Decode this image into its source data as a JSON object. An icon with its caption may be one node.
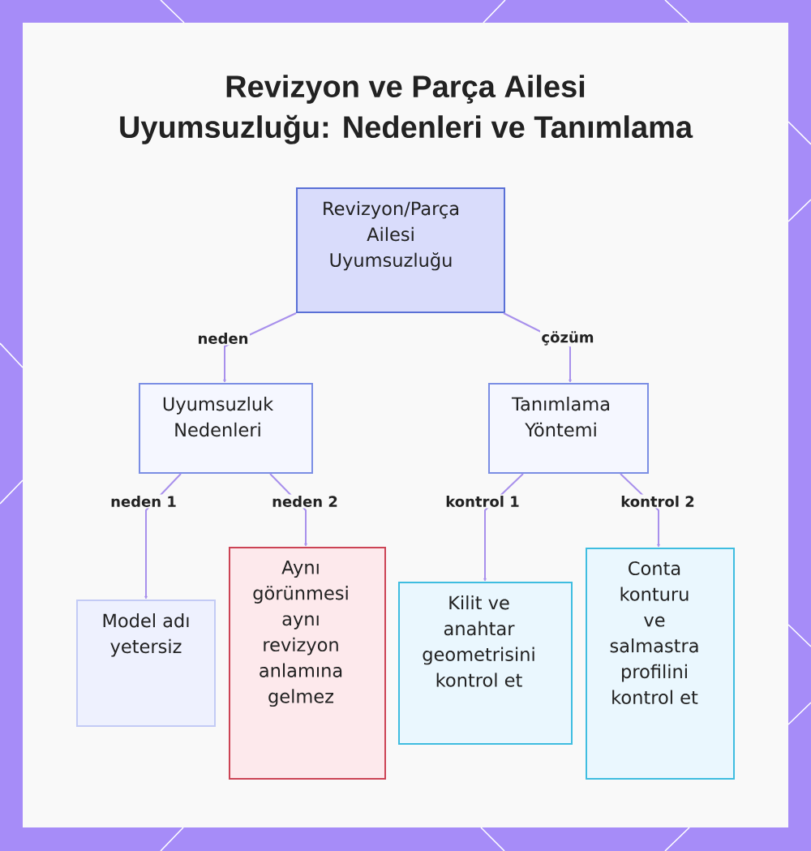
{
  "diagram": {
    "title": "Revizyon ve Parça Ailesi Uyumsuzluğu: Nedenleri ve Tanımlama",
    "nodes": [
      {
        "text": [
          "Revizyon/Parça Ailesi Uyumsuzluğu"
        ]
      },
      {
        "text": [
          "Uyumsuzluk Nedenleri"
        ]
      },
      {
        "text": [
          "Tanımlama Yöntemi"
        ]
      },
      {
        "text": [
          "Model adı yetersiz"
        ]
      },
      {
        "text": [
          "Aynı görünmesi aynı revizyon anlamına gelmez"
        ]
      },
      {
        "text": [
          "Kilit ve anahtar geometrisini kontrol et"
        ]
      },
      {
        "text": [
          "Conta konturu ve salmastra profilini kontrol et"
        ]
      }
    ],
    "edges": [
      {
        "from": 0,
        "to": 1,
        "arrow": "to",
        "label": "neden"
      },
      {
        "from": 0,
        "to": 2,
        "arrow": "to",
        "label": "çözüm"
      },
      {
        "from": 1,
        "to": 3,
        "arrow": "to",
        "label": "neden 1"
      },
      {
        "from": 1,
        "to": 4,
        "arrow": "to",
        "label": "neden 2"
      },
      {
        "from": 2,
        "to": 5,
        "arrow": "to",
        "label": "kontrol 1"
      },
      {
        "from": 2,
        "to": 6,
        "arrow": "to",
        "label": "kontrol 2"
      }
    ]
  }
}
